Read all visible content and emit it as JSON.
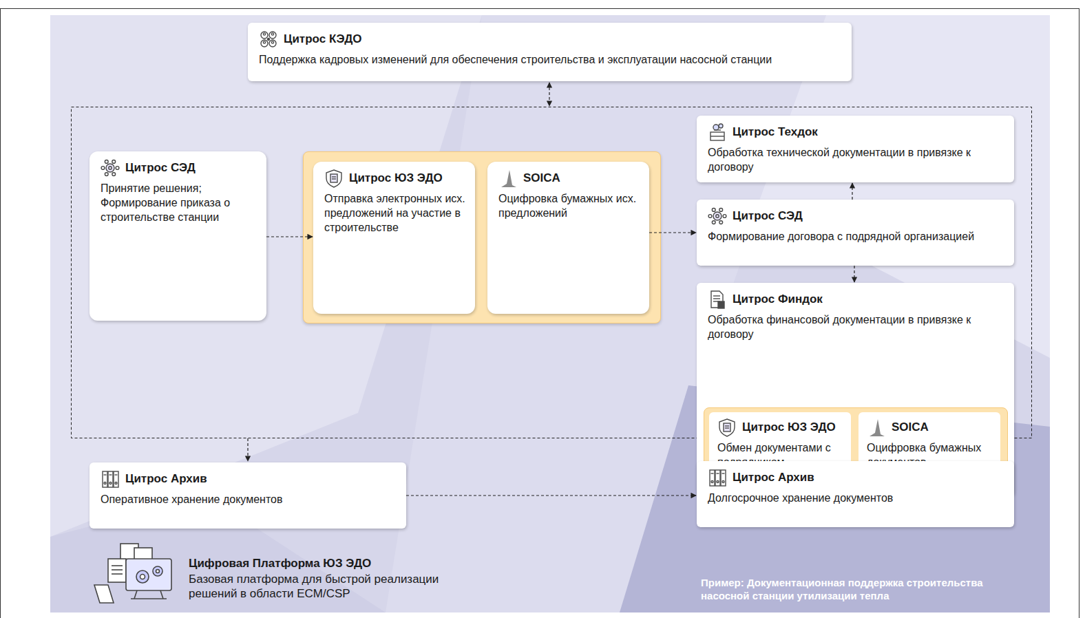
{
  "diagram": {
    "nodes": [
      {
        "text": [
          "Цитрос КЭДО",
          "Поддержка кадровых изменений для обеспечения строительства и эксплуатации насосной станции"
        ]
      },
      {
        "text": [
          "Цитрос СЭД",
          "Принятие решения; Формирование приказа о строительстве станции"
        ]
      },
      {
        "text": [
          "Цитрос ЮЗ ЭДО",
          "Отправка электронных исх. предложений на участие в строительстве"
        ]
      },
      {
        "text": [
          "SOICA",
          "Оцифровка бумажных исх. предложений"
        ]
      },
      {
        "text": [
          "Цитрос Техдок",
          "Обработка технической документации в привязке к договору"
        ]
      },
      {
        "text": [
          "Цитрос СЭД",
          "Формирование договора с подрядной организацией"
        ]
      },
      {
        "text": [
          "Цитрос Финдок",
          "Обработка финансовой документации в привязке к договору"
        ]
      },
      {
        "text": [
          "Цитрос ЮЗ ЭДО",
          "Обмен документами с подрядчиком"
        ],
        "in": 6
      },
      {
        "text": [
          "SOICA",
          "Оцифровка бумажных документов"
        ],
        "in": 6
      },
      {
        "text": [
          "Цитрос Архив",
          "Оперативное хранение документов"
        ]
      },
      {
        "text": [
          "Цитрос Архив",
          "Долгосрочное хранение документов"
        ]
      }
    ],
    "edges": [
      {
        "from": 1,
        "to": 2,
        "arrow": "to"
      },
      {
        "from": 3,
        "to": 5,
        "arrow": "to"
      },
      {
        "from": 5,
        "to": 4,
        "arrow": "to"
      },
      {
        "from": 5,
        "to": 6,
        "arrow": "to"
      },
      {
        "from": 9,
        "to": 10,
        "arrow": "to"
      }
    ],
    "labels": [
      "Цифровая Платформа ЮЗ ЭДО",
      "Базовая платформа для быстрой реализации решений в области ECM/CSP",
      "Пример: Документационная поддержка строительства насосной станции утилизации тепла"
    ]
  }
}
